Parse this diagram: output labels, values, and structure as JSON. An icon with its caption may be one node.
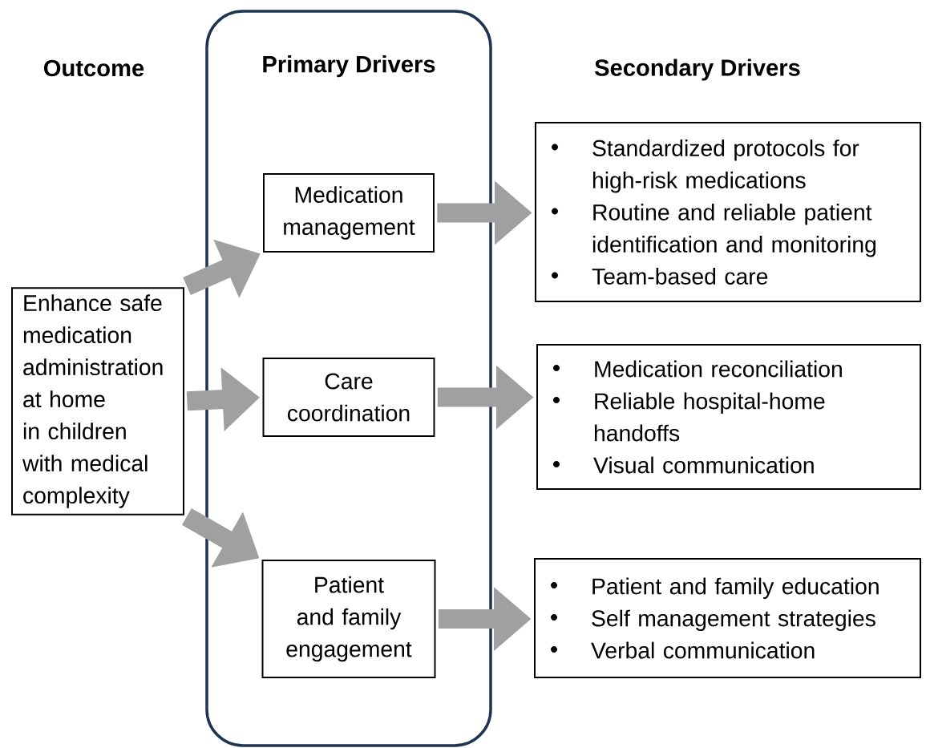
{
  "diagram": {
    "nodes": [
      {
        "text": [
          "Primary Drivers"
        ]
      },
      {
        "text": [
          "Enhance safe medication administration at home in children with medical complexity"
        ]
      },
      {
        "text": [
          "Medication management"
        ],
        "in": 0
      },
      {
        "text": [
          "Care coordination"
        ],
        "in": 0
      },
      {
        "text": [
          "Patient and family engagement"
        ],
        "in": 0
      },
      {
        "text": [
          "Standardized protocols for high-risk medications",
          "Routine and reliable patient identification and monitoring",
          "Team-based care"
        ]
      },
      {
        "text": [
          "Medication reconciliation",
          "Reliable hospital-home handoffs",
          "Visual communication"
        ]
      },
      {
        "text": [
          "Patient and family education",
          "Self management strategies",
          "Verbal communication"
        ]
      }
    ],
    "edges": [
      {
        "from": 1,
        "to": 2,
        "arrow": "to"
      },
      {
        "from": 1,
        "to": 3,
        "arrow": "to"
      },
      {
        "from": 1,
        "to": 4,
        "arrow": "to"
      },
      {
        "from": 2,
        "to": 5,
        "arrow": "to"
      },
      {
        "from": 3,
        "to": 6,
        "arrow": "to"
      },
      {
        "from": 4,
        "to": 7,
        "arrow": "to"
      }
    ],
    "labels": [
      "Outcome",
      "Secondary Drivers"
    ]
  }
}
